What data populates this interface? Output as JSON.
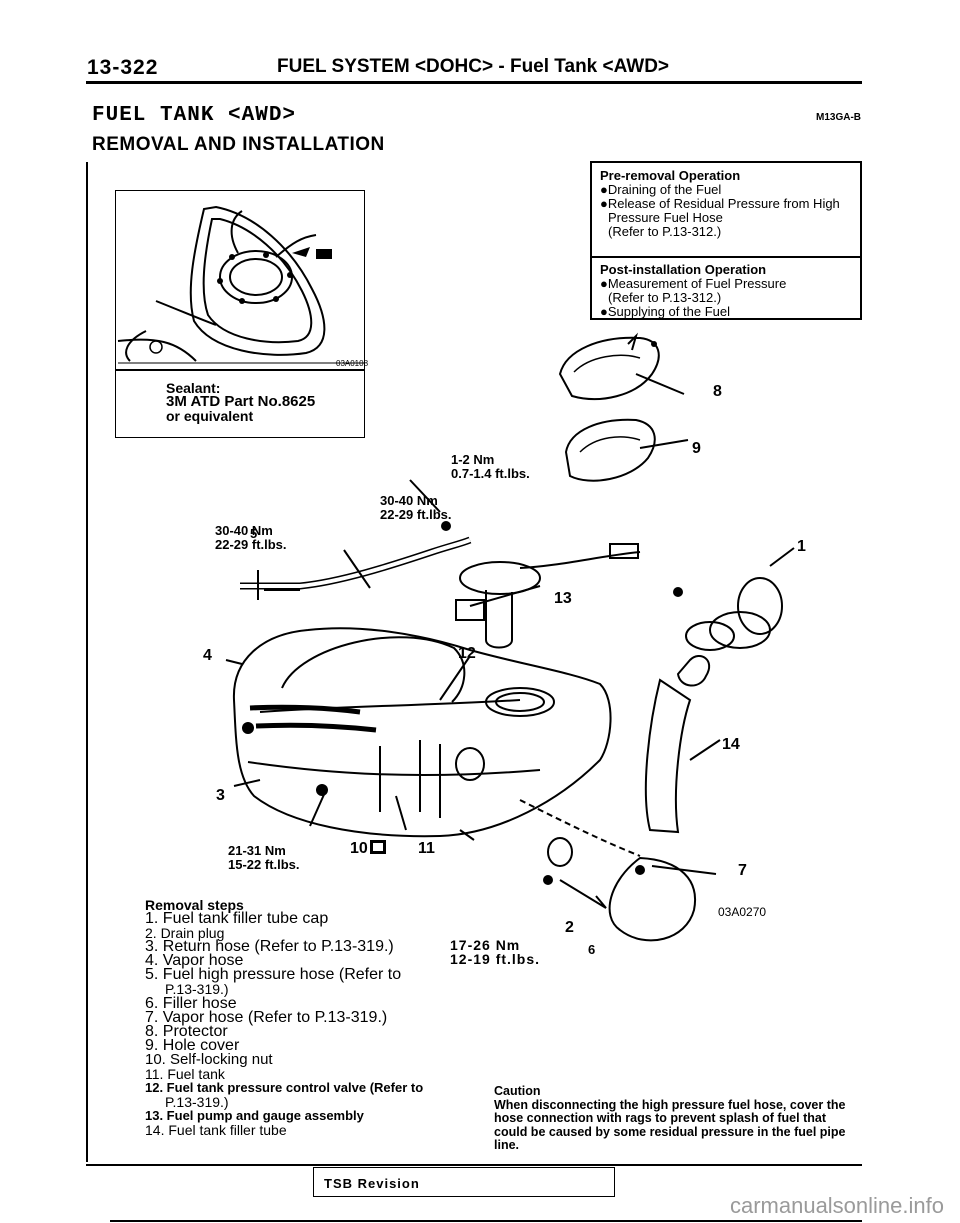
{
  "header": {
    "page_number": "13-322",
    "title": "FUEL SYSTEM <DOHC> - Fuel Tank <AWD>"
  },
  "section": {
    "title": "FUEL TANK <AWD>",
    "code": "M13GA-B",
    "subtitle": "REMOVAL AND INSTALLATION"
  },
  "pre_removal": {
    "heading": "Pre-removal Operation",
    "lines": [
      "●Draining of the Fuel",
      "●Release of Residual Pressure from High",
      "Pressure Fuel Hose",
      "(Refer to P.13-312.)"
    ]
  },
  "post_installation": {
    "heading": "Post-installation Operation",
    "lines": [
      "●Measurement of Fuel Pressure",
      "(Refer to P.13-312.)",
      "●Supplying of the Fuel"
    ]
  },
  "inset": {
    "figure_code": "03A0108",
    "caption_lines": [
      "Sealant:",
      "3M ATD Part No.8625",
      "or equivalent"
    ]
  },
  "diagram": {
    "figure_code": "03A0270",
    "torques": {
      "t_1_2": [
        "1-2 Nm",
        "0.7-1.4 ft.lbs."
      ],
      "t_30_40_a": [
        "30-40 Nm",
        "22-29 ft.lbs."
      ],
      "t_30_40_b": [
        "30-40 Nm",
        "22-29 ft.lbs."
      ],
      "t_21_31": [
        "21-31 Nm",
        "15-22 ft.lbs."
      ],
      "t_17_26": [
        "17-26 Nm",
        "12-19 ft.lbs."
      ]
    },
    "callouts": [
      "1",
      "2",
      "3",
      "4",
      "5",
      "6",
      "7",
      "8",
      "9",
      "10",
      "11",
      "12",
      "13",
      "14"
    ]
  },
  "removal_steps": {
    "title": "Removal steps",
    "items": [
      "1. Fuel tank filler tube cap",
      "2. Drain plug",
      "3. Return hose (Refer to P.13-319.)",
      "4. Vapor hose",
      "5. Fuel high pressure hose (Refer to",
      "P.13-319.)",
      "6. Filler hose",
      "7. Vapor hose (Refer to P.13-319.)",
      "8. Protector",
      "9. Hole cover",
      "10. Self-locking nut",
      "11. Fuel tank",
      "12. Fuel tank pressure control valve (Refer to",
      "P.13-319.)",
      "13. Fuel pump and gauge assembly",
      "14. Fuel tank filler tube"
    ]
  },
  "caution": {
    "title": "Caution",
    "text": "When disconnecting the high pressure fuel hose, cover the hose connection with rags to prevent splash of fuel that could be caused by some residual pressure in the fuel pipe line."
  },
  "footer": {
    "tsb": "TSB Revision",
    "watermark": "carmanualsonline.info"
  }
}
